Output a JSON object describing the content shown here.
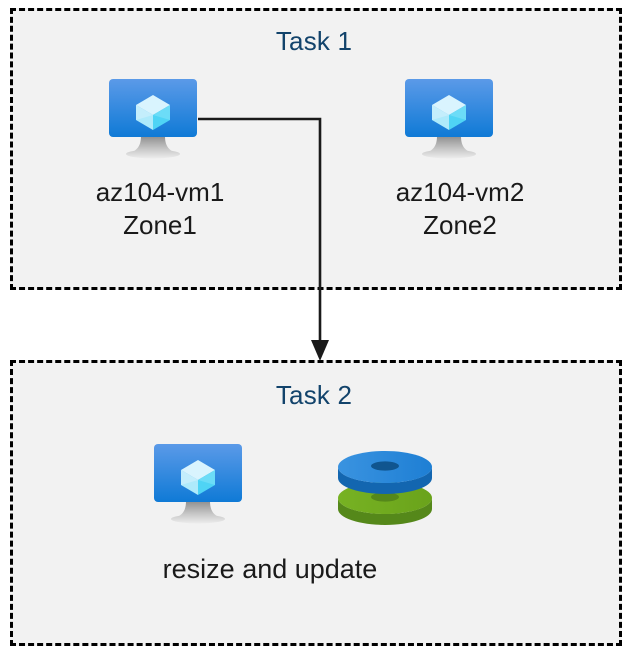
{
  "diagram": {
    "title": "Azure VM tasks diagram",
    "background_color": "#ffffff",
    "box_fill_color": "#f2f2f2",
    "box_border_color": "#000000",
    "title_color": "#12436b",
    "label_color": "#1a1a1a",
    "connector_color": "#1a1a1a"
  },
  "task1": {
    "title": "Task 1",
    "nodes": [
      {
        "icon": "virtual-machine-icon",
        "label": "az104-vm1\nZone1",
        "name": "az104-vm1",
        "zone": "Zone1"
      },
      {
        "icon": "virtual-machine-icon",
        "label": "az104-vm2\nZone2",
        "name": "az104-vm2",
        "zone": "Zone2"
      }
    ]
  },
  "task2": {
    "title": "Task 2",
    "caption": "resize and update",
    "nodes": [
      {
        "icon": "virtual-machine-icon"
      },
      {
        "icon": "disks-icon"
      }
    ]
  },
  "connector": {
    "from": "az104-vm1",
    "to": "task2",
    "arrow": "down-arrow"
  },
  "colors": {
    "monitor_blue_top": "#5b9ae8",
    "monitor_blue_bottom": "#0f7ad6",
    "cube_light": "#d6f2fd",
    "cube_cyan": "#50d8f7",
    "cube_mid": "#9fe4fa",
    "stand_gray_dark": "#8c8c8c",
    "stand_gray_light": "#dcdcdc",
    "disk_blue": "#2f8ede",
    "disk_blue_dark": "#1565b0",
    "disk_green": "#72ad1f",
    "disk_green_dark": "#5a8c16"
  }
}
